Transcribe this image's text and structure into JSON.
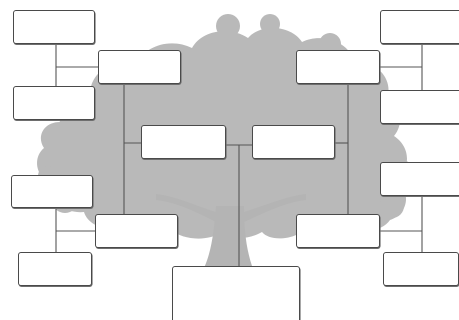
{
  "title_fragment": "",
  "palette": {
    "tree_foliage": "#b9b9b9",
    "tree_trunk": "#b4b4b4",
    "connector_line": "#555555",
    "box_border": "#4a4a4a",
    "box_fill": "#ffffff"
  },
  "tree": {
    "root": {
      "name": ""
    },
    "parents": [
      {
        "side": "left",
        "name": ""
      },
      {
        "side": "right",
        "name": ""
      }
    ],
    "grandparents": [
      {
        "side": "left",
        "position": "upper",
        "name": ""
      },
      {
        "side": "left",
        "position": "lower",
        "name": ""
      },
      {
        "side": "right",
        "position": "upper",
        "name": ""
      },
      {
        "side": "right",
        "position": "lower",
        "name": ""
      }
    ],
    "great_grandparents": [
      {
        "side": "left",
        "position": "1",
        "name": ""
      },
      {
        "side": "left",
        "position": "2",
        "name": ""
      },
      {
        "side": "left",
        "position": "3",
        "name": ""
      },
      {
        "side": "left",
        "position": "4",
        "name": ""
      },
      {
        "side": "right",
        "position": "1",
        "name": ""
      },
      {
        "side": "right",
        "position": "2",
        "name": ""
      },
      {
        "side": "right",
        "position": "3",
        "name": ""
      },
      {
        "side": "right",
        "position": "4",
        "name": ""
      }
    ]
  }
}
